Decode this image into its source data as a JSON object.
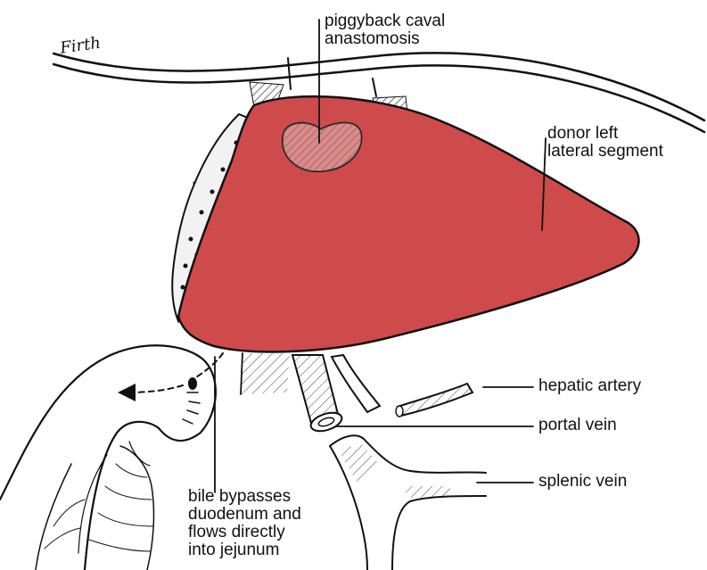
{
  "labels": {
    "piggyback_line1": "piggyback caval",
    "piggyback_line2": "anastomosis",
    "donor_line1": "donor left",
    "donor_line2": "lateral segment",
    "hepatic_artery": "hepatic artery",
    "portal_vein": "portal vein",
    "splenic_vein": "splenic vein",
    "bile_line1": "bile bypasses",
    "bile_line2": "duodenum and",
    "bile_line3": "flows directly",
    "bile_line4": "into jejunum"
  },
  "signature": "Firth",
  "colors": {
    "liver": "#cf4a4a",
    "ink": "#111111",
    "background": "#ffffff"
  }
}
